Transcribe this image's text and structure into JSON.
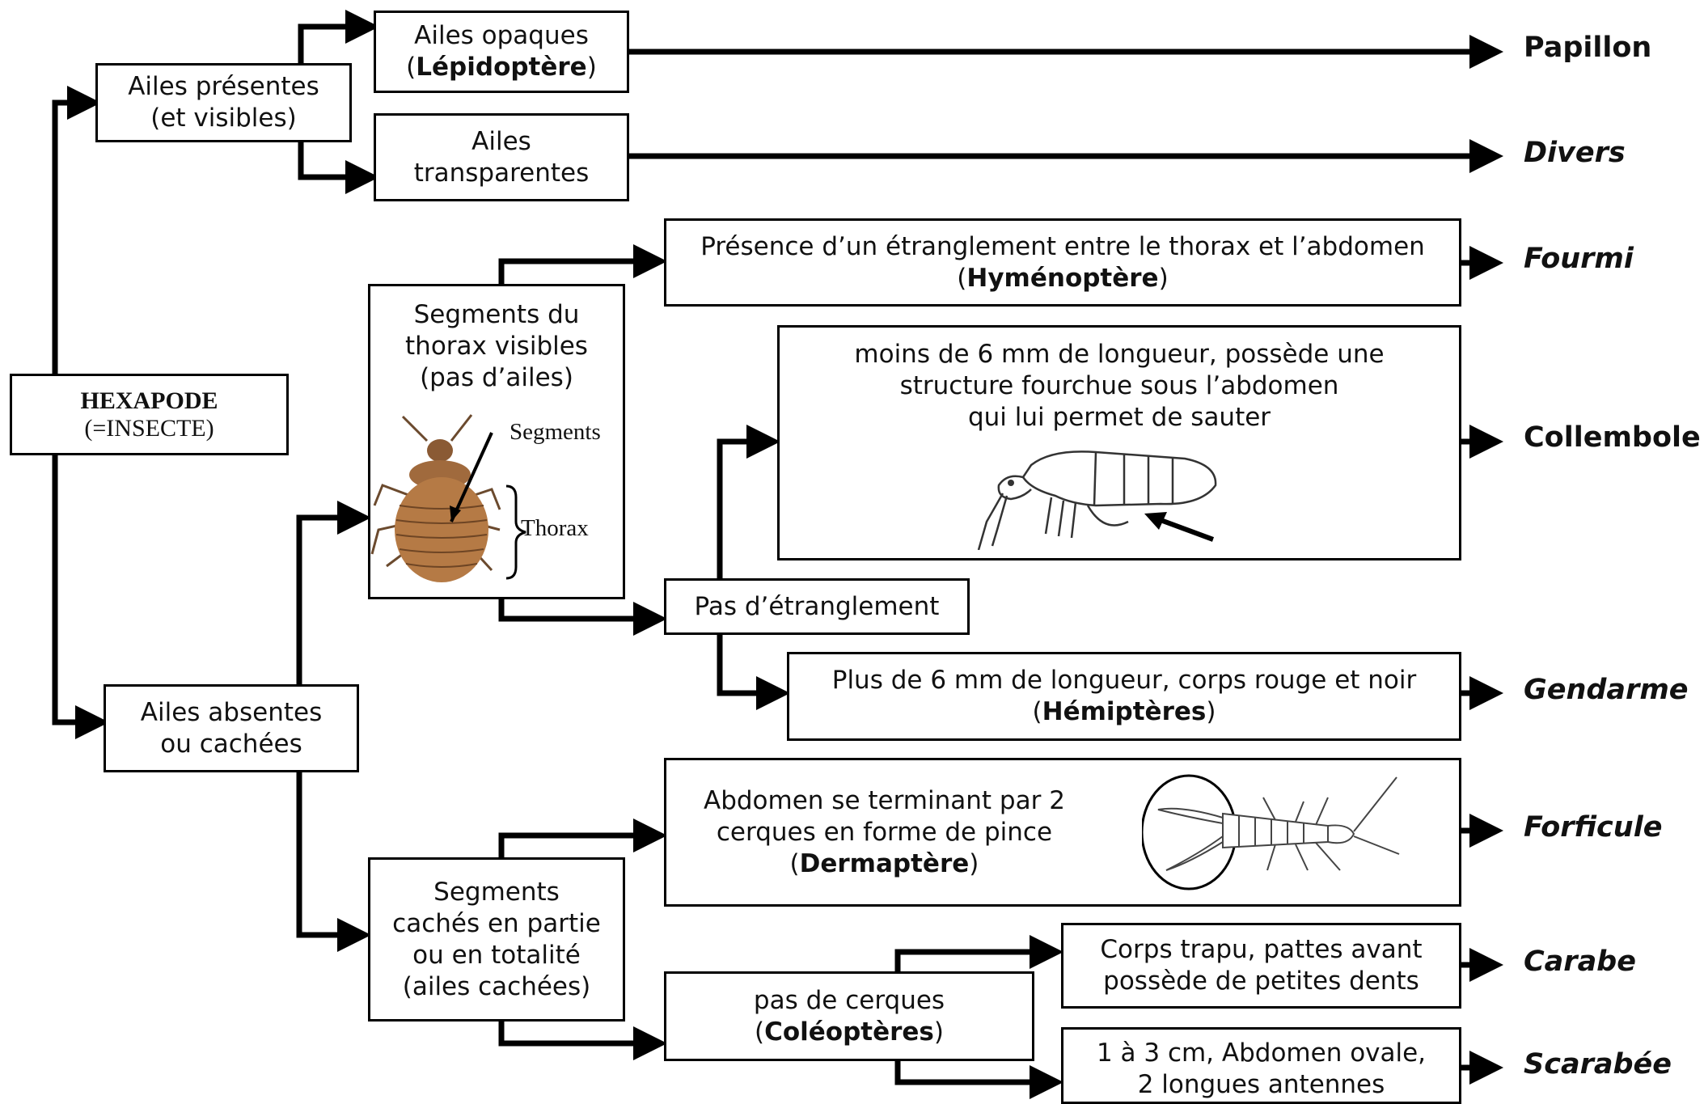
{
  "root": {
    "title": "HEXAPODE",
    "subtitle": "(=INSECTE)"
  },
  "wings_present": {
    "line1": "Ailes présentes",
    "line2": "(et visibles)"
  },
  "wings_absent": {
    "line1": "Ailes absentes",
    "line2": "ou cachées"
  },
  "opaque": {
    "line1": "Ailes opaques",
    "order": "Lépidoptère"
  },
  "transparent": {
    "line1": "Ailes",
    "line2": "transparentes"
  },
  "thorax_visible": {
    "line1": "Segments du",
    "line2": "thorax visibles",
    "line3": "(pas d’ailes)",
    "label_segments": "Segments",
    "label_thorax": "Thorax"
  },
  "constriction": {
    "line1": "Présence d’un étranglement entre le thorax et l’abdomen",
    "order": "Hyménoptère"
  },
  "no_constriction": {
    "line1": "Pas d’étranglement"
  },
  "springtail": {
    "line1": "moins de 6 mm de longueur, possède une",
    "line2": "structure fourchue sous l’abdomen",
    "line3": "qui lui permet de sauter"
  },
  "red_black": {
    "line1": "Plus de 6 mm de longueur, corps rouge et noir",
    "order": "Hémiptères"
  },
  "hidden_segments": {
    "line1": "Segments",
    "line2": "cachés en partie",
    "line3": "ou en totalité",
    "line4": "(ailes cachées)"
  },
  "cerci": {
    "line1": "Abdomen se terminant par 2",
    "line2": "cerques en forme de pince",
    "order": "Dermaptère"
  },
  "no_cerci": {
    "line1": "pas de cerques",
    "order": "Coléoptères"
  },
  "stocky": {
    "line1": "Corps trapu, pattes avant",
    "line2": "possède de petites dents"
  },
  "oval": {
    "line1": "1 à 3 cm, Abdomen ovale,",
    "line2": "2 longues antennes"
  },
  "results": {
    "papillon": "Papillon",
    "divers": "Divers",
    "fourmi": "Fourmi",
    "collembole": "Collembole",
    "gendarme": "Gendarme",
    "forficule": "Forficule",
    "carabe": "Carabe",
    "scarabee": "Scarabée"
  }
}
